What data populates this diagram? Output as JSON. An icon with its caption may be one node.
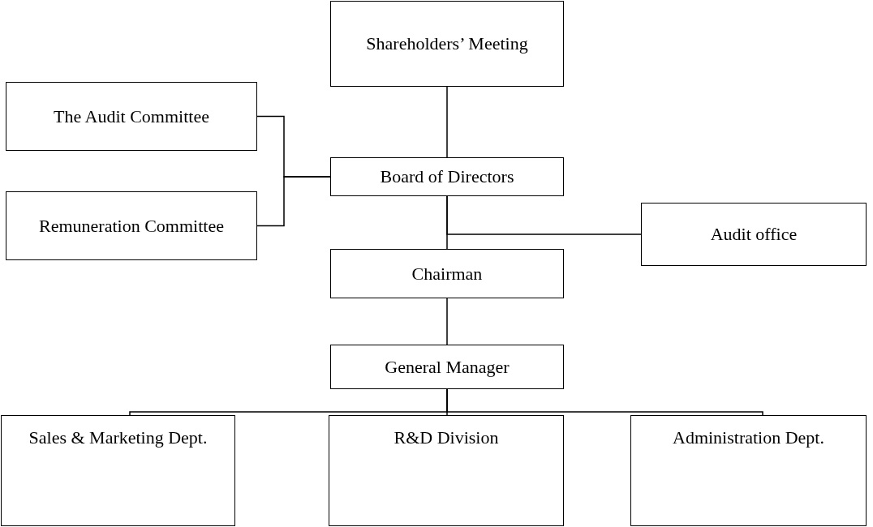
{
  "diagram": {
    "nodes": [
      {
        "text": [
          "Shareholders’ Meeting"
        ]
      },
      {
        "text": [
          "The Audit Committee"
        ]
      },
      {
        "text": [
          "Board of Directors"
        ]
      },
      {
        "text": [
          "Remuneration Committee"
        ]
      },
      {
        "text": [
          "Audit office"
        ]
      },
      {
        "text": [
          "Chairman"
        ]
      },
      {
        "text": [
          "General Manager"
        ]
      },
      {
        "text": [
          "Sales & Marketing Dept."
        ]
      },
      {
        "text": [
          "R&D Division"
        ]
      },
      {
        "text": [
          "Administration Dept."
        ]
      }
    ],
    "edges": [
      {
        "from": 0,
        "to": 2,
        "arrow": "none"
      },
      {
        "from": 1,
        "to": 2,
        "arrow": "none"
      },
      {
        "from": 3,
        "to": 2,
        "arrow": "none"
      },
      {
        "from": 2,
        "to": 5,
        "arrow": "none"
      },
      {
        "from": 2,
        "to": 4,
        "arrow": "none"
      },
      {
        "from": 5,
        "to": 6,
        "arrow": "none"
      },
      {
        "from": 6,
        "to": 7,
        "arrow": "none"
      },
      {
        "from": 6,
        "to": 8,
        "arrow": "none"
      },
      {
        "from": 6,
        "to": 9,
        "arrow": "none"
      }
    ]
  }
}
